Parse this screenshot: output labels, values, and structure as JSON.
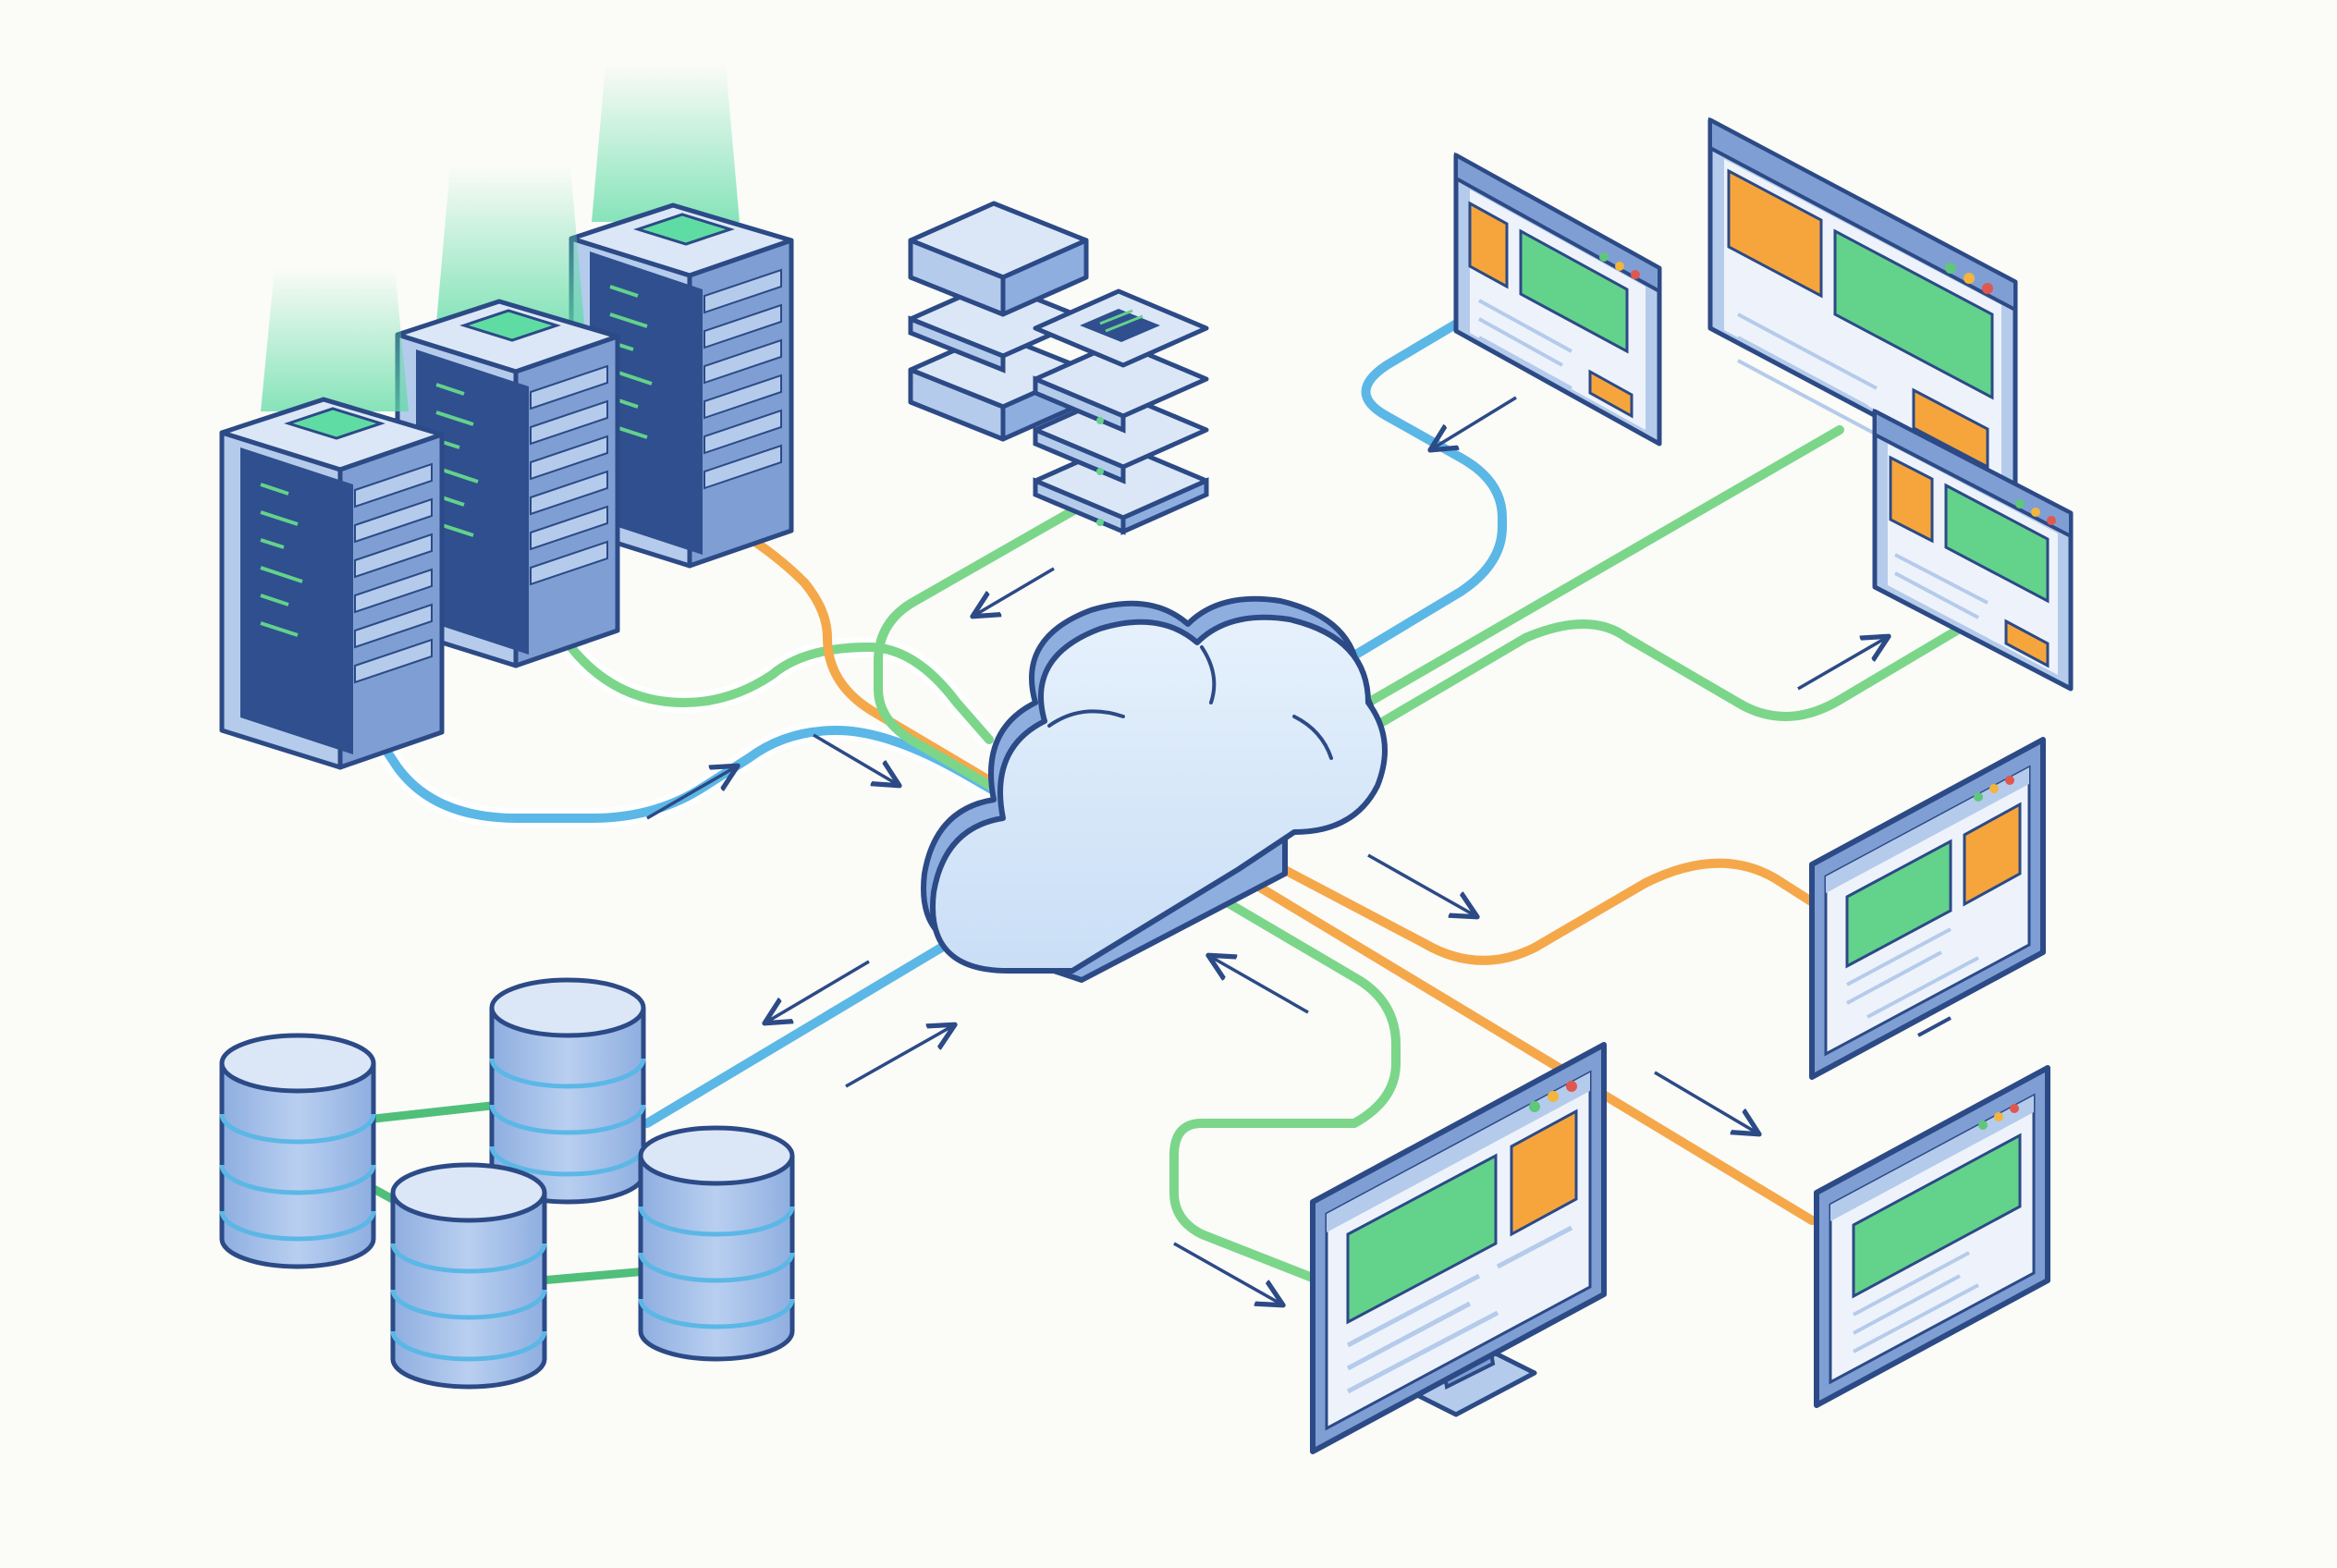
{
  "colors": {
    "background": "#fbfbf8",
    "outline": "#2c4a86",
    "body_light": "#dbe7f7",
    "body_mid": "#b5cbeb",
    "body_dark": "#7f9fd4",
    "screen_dark": "#2f4f8e",
    "glow_green": "#5fdca4",
    "panel_green": "#63d28b",
    "panel_orange": "#f6a53c",
    "link_blue": "#5bb7e6",
    "link_green": "#7bd68a",
    "link_orange": "#f5a84a",
    "dot_red": "#e0574f",
    "dot_yellow": "#f3b53d",
    "dot_green": "#5fc77b",
    "arrow": "#2c4a86"
  },
  "nodes": [
    {
      "id": "cloud",
      "kind": "cloud-icon"
    },
    {
      "id": "server-rack-1",
      "kind": "server-rack-icon"
    },
    {
      "id": "server-rack-2",
      "kind": "server-rack-icon"
    },
    {
      "id": "server-rack-3",
      "kind": "server-rack-icon"
    },
    {
      "id": "storage-stack-1",
      "kind": "storage-stack-icon"
    },
    {
      "id": "storage-stack-2",
      "kind": "storage-stack-icon"
    },
    {
      "id": "database-cluster",
      "kind": "database-icon",
      "count": 4
    },
    {
      "id": "browser-window-1",
      "kind": "browser-window-icon"
    },
    {
      "id": "browser-window-2",
      "kind": "browser-window-icon"
    },
    {
      "id": "browser-window-3",
      "kind": "browser-window-icon"
    },
    {
      "id": "tablet-1",
      "kind": "tablet-icon"
    },
    {
      "id": "tablet-2",
      "kind": "tablet-icon"
    },
    {
      "id": "desktop-monitor",
      "kind": "monitor-icon"
    }
  ],
  "links": [
    {
      "from": "server-rack-1",
      "to": "cloud",
      "color": "blue"
    },
    {
      "from": "server-rack-2",
      "to": "cloud",
      "color": "green"
    },
    {
      "from": "server-rack-3",
      "to": "cloud",
      "color": "orange"
    },
    {
      "from": "storage-stack-2",
      "to": "cloud",
      "color": "green"
    },
    {
      "from": "database-cluster",
      "to": "cloud",
      "color": "blue"
    },
    {
      "from": "cloud",
      "to": "browser-window-1",
      "color": "blue"
    },
    {
      "from": "cloud",
      "to": "browser-window-2",
      "color": "green"
    },
    {
      "from": "cloud",
      "to": "browser-window-3",
      "color": "green"
    },
    {
      "from": "cloud",
      "to": "tablet-1",
      "color": "orange"
    },
    {
      "from": "cloud",
      "to": "tablet-2",
      "color": "orange"
    },
    {
      "from": "cloud",
      "to": "desktop-monitor",
      "color": "green"
    }
  ]
}
